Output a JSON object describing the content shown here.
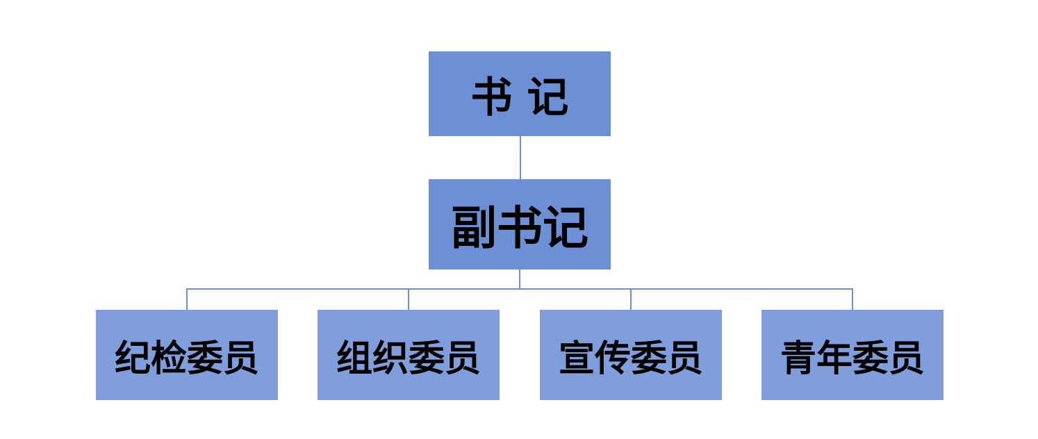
{
  "nodes": {
    "root": "书 记",
    "deputy": "副书记",
    "children": [
      "纪检委员",
      "组织委员",
      "宣传委员",
      "青年委员"
    ]
  },
  "colors": {
    "upper_box": "#6d8fd5",
    "lower_box": "#7f9edb",
    "connector": "#6f8fd4"
  }
}
